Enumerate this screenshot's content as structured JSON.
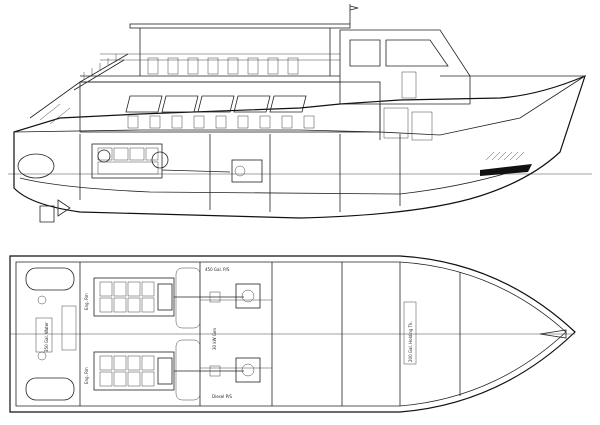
{
  "labels": {
    "gal_fwd": "450 Gal. P/S",
    "gal_aft": "Diesel P/S",
    "gen": "30 kW Gen",
    "water": "350 Gal. Water",
    "holding": "200 Gal. Holding Tk.",
    "eng_p": "Eng. Rm",
    "eng_s": "Eng. Rm"
  }
}
